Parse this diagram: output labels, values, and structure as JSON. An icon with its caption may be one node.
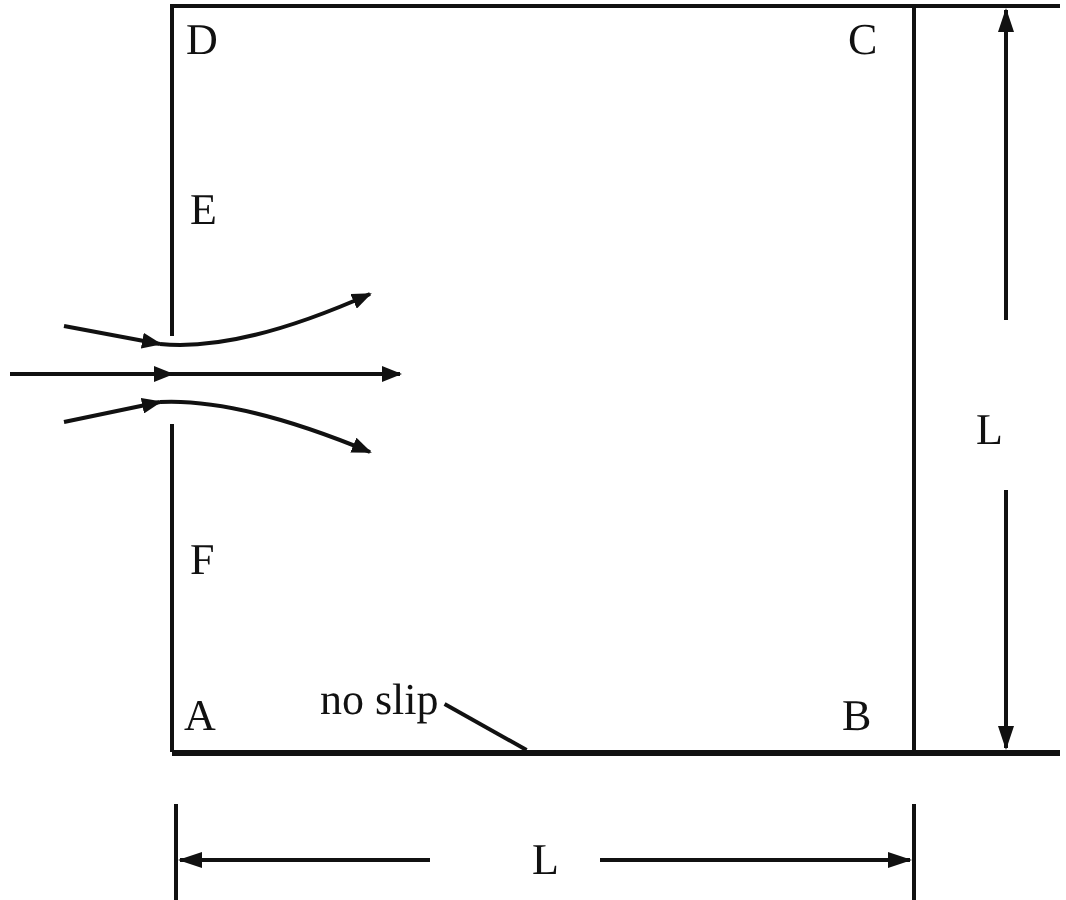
{
  "diagram": {
    "nodes": [
      {
        "text": [
          "no slip"
        ]
      },
      {
        "text": [],
        "shape": "bar"
      }
    ],
    "edges": [
      {
        "from": 0,
        "to": 1,
        "arrow": "none"
      }
    ],
    "labels": [
      "D",
      "C",
      "E",
      "L",
      "F",
      "A",
      "B",
      "L"
    ]
  }
}
